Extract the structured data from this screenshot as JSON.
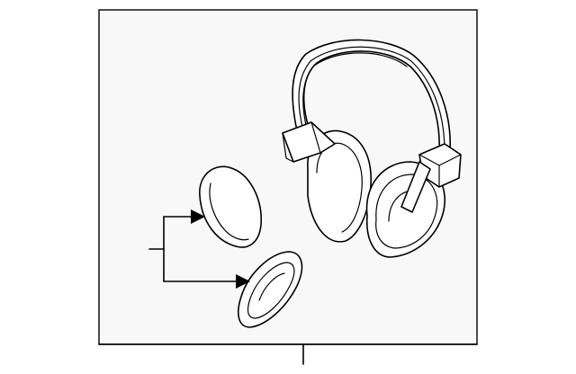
{
  "diagram": {
    "colors": {
      "background": "#ffffff",
      "frame_fill": "#f8f8f8",
      "line": "#000000"
    },
    "parts": [
      "headset",
      "ear-cushion-left",
      "ear-cushion-right"
    ]
  }
}
